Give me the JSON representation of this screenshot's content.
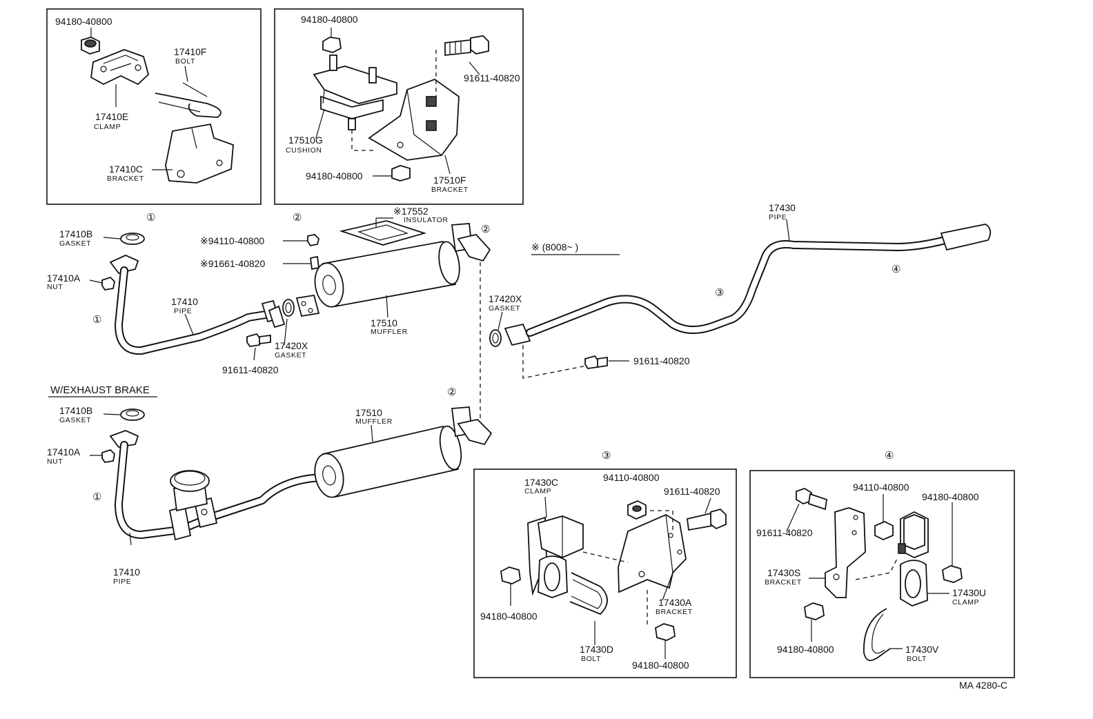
{
  "inset_1": {
    "nut": "94180-40800",
    "bolt_pn": "17410F",
    "bolt_sub": "BOLT",
    "clamp_pn": "17410E",
    "clamp_sub": "CLAMP",
    "bracket_pn": "17410C",
    "bracket_sub": "BRACKET"
  },
  "inset_2": {
    "nut_top": "94180-40800",
    "bolt": "91611-40820",
    "cushion_pn": "17510G",
    "cushion_sub": "CUSHION",
    "nut_bottom": "94180-40800",
    "bracket_pn": "17510F",
    "bracket_sub": "BRACKET"
  },
  "callouts": {
    "c1": "①",
    "c2": "②",
    "c3": "③",
    "c4": "④"
  },
  "main": {
    "gasket_pn": "17410B",
    "gasket_sub": "GASKET",
    "nut_pn": "17410A",
    "nut_sub": "NUT",
    "pipe_pn": "17410",
    "pipe_sub": "PIPE",
    "nut_star": "※94110-40800",
    "bolt_star": "※91661-40820",
    "insulator_pn": "※17552",
    "insulator_sub": "INSULATOR",
    "muffler_pn": "17510",
    "muffler_sub": "MUFFLER",
    "gasket2_pn": "17420X",
    "gasket2_sub": "GASKET",
    "bolt_lower": "91611-40820",
    "note": "※ (8008~          )",
    "rear_gasket_pn": "17420X",
    "rear_gasket_sub": "GASKET",
    "tail_pn": "17430",
    "tail_sub": "PIPE",
    "rear_bolt": "91611-40820"
  },
  "exhaust_brake": {
    "heading": "W/EXHAUST BRAKE",
    "gasket_pn": "17410B",
    "gasket_sub": "GASKET",
    "nut_pn": "17410A",
    "nut_sub": "NUT",
    "muffler_pn": "17510",
    "muffler_sub": "MUFFLER",
    "pipe_pn": "17410",
    "pipe_sub": "PIPE"
  },
  "inset_3": {
    "clamp_pn": "17430C",
    "clamp_sub": "CLAMP",
    "nut": "94110-40800",
    "bolt": "91611-40820",
    "nut_left": "94180-40800",
    "bracket_pn": "17430A",
    "bracket_sub": "BRACKET",
    "ubolt_pn": "17430D",
    "ubolt_sub": "BOLT",
    "nut_bottom": "94180-40800"
  },
  "inset_4": {
    "nut": "94110-40800",
    "nut_right": "94180-40800",
    "bolt": "91611-40820",
    "bracket_pn": "17430S",
    "bracket_sub": "BRACKET",
    "clamp_pn": "17430U",
    "clamp_sub": "CLAMP",
    "nut_bottom": "94180-40800",
    "ubolt_pn": "17430V",
    "ubolt_sub": "BOLT"
  },
  "figure_code": "MA 4280-C"
}
